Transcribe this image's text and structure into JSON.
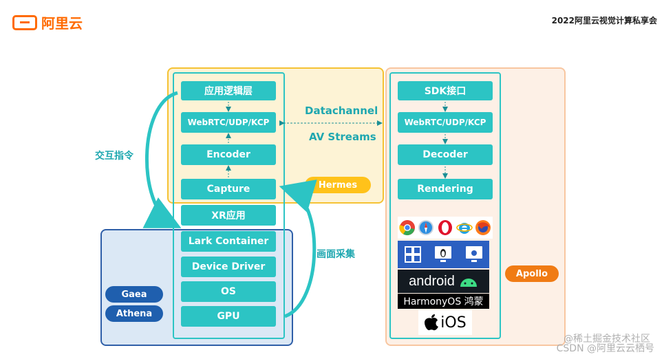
{
  "header": {
    "logo_text": "阿里云",
    "event_title": "2022阿里云视觉计算私享会"
  },
  "left_stack": {
    "blocks": [
      "应用逻辑层",
      "WebRTC/UDP/KCP",
      "Encoder",
      "Capture",
      "XR应用",
      "Lark Container",
      "Device Driver",
      "OS",
      "GPU"
    ]
  },
  "right_stack": {
    "blocks": [
      "SDK接口",
      "WebRTC/UDP/KCP",
      "Decoder",
      "Rendering"
    ]
  },
  "links": {
    "datachannel": "Datachannel",
    "av_streams": "AV Streams",
    "interaction": "交互指令",
    "capture_cn": "画面采集"
  },
  "pills": {
    "hermes": "Hermes",
    "apollo": "Apollo",
    "gaea": "Gaea",
    "athena": "Athena"
  },
  "platforms": {
    "browsers": [
      "chrome-icon",
      "safari-icon",
      "opera-icon",
      "ie-icon",
      "firefox-icon"
    ],
    "desktop": [
      "windows-icon",
      "linux-icon",
      "mac-icon"
    ],
    "android": "android",
    "harmony": "HarmonyOS 鸿蒙",
    "ios": "iOS"
  },
  "watermark": "CSDN @阿里云云栖号",
  "watermark2": "@稀土掘金技术社区",
  "colors": {
    "teal": "#2cc4c4",
    "orange": "#ff6a00",
    "hermes_region": "#fdf3d5",
    "apollo_region": "#fdf0e6",
    "gaea_region": "#dbe8f5",
    "navy": "#1f5fae"
  }
}
